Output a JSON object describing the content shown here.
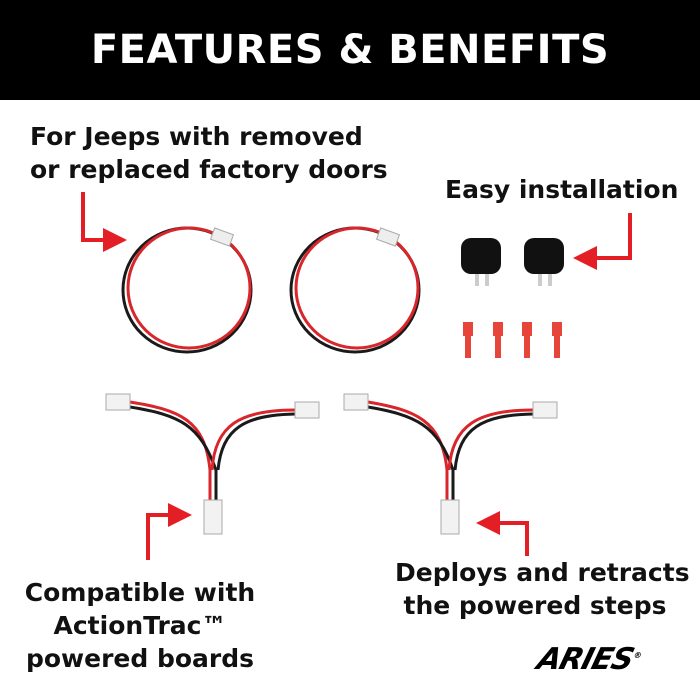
{
  "header": {
    "title": "FEATURES & BENEFITS"
  },
  "captions": {
    "doors": [
      "For Jeeps with removed",
      "or replaced factory doors"
    ],
    "install": [
      "Easy installation"
    ],
    "compatible": [
      "Compatible with",
      "ActionTrac™",
      "powered boards"
    ],
    "deploys": [
      "Deploys and retracts",
      "the powered steps"
    ]
  },
  "logo": {
    "text": "ARIES"
  },
  "colors": {
    "arrow": "#e31e24",
    "header_bg": "#000000",
    "wire_red": "#d8262b",
    "wire_black": "#1a1a1a"
  }
}
